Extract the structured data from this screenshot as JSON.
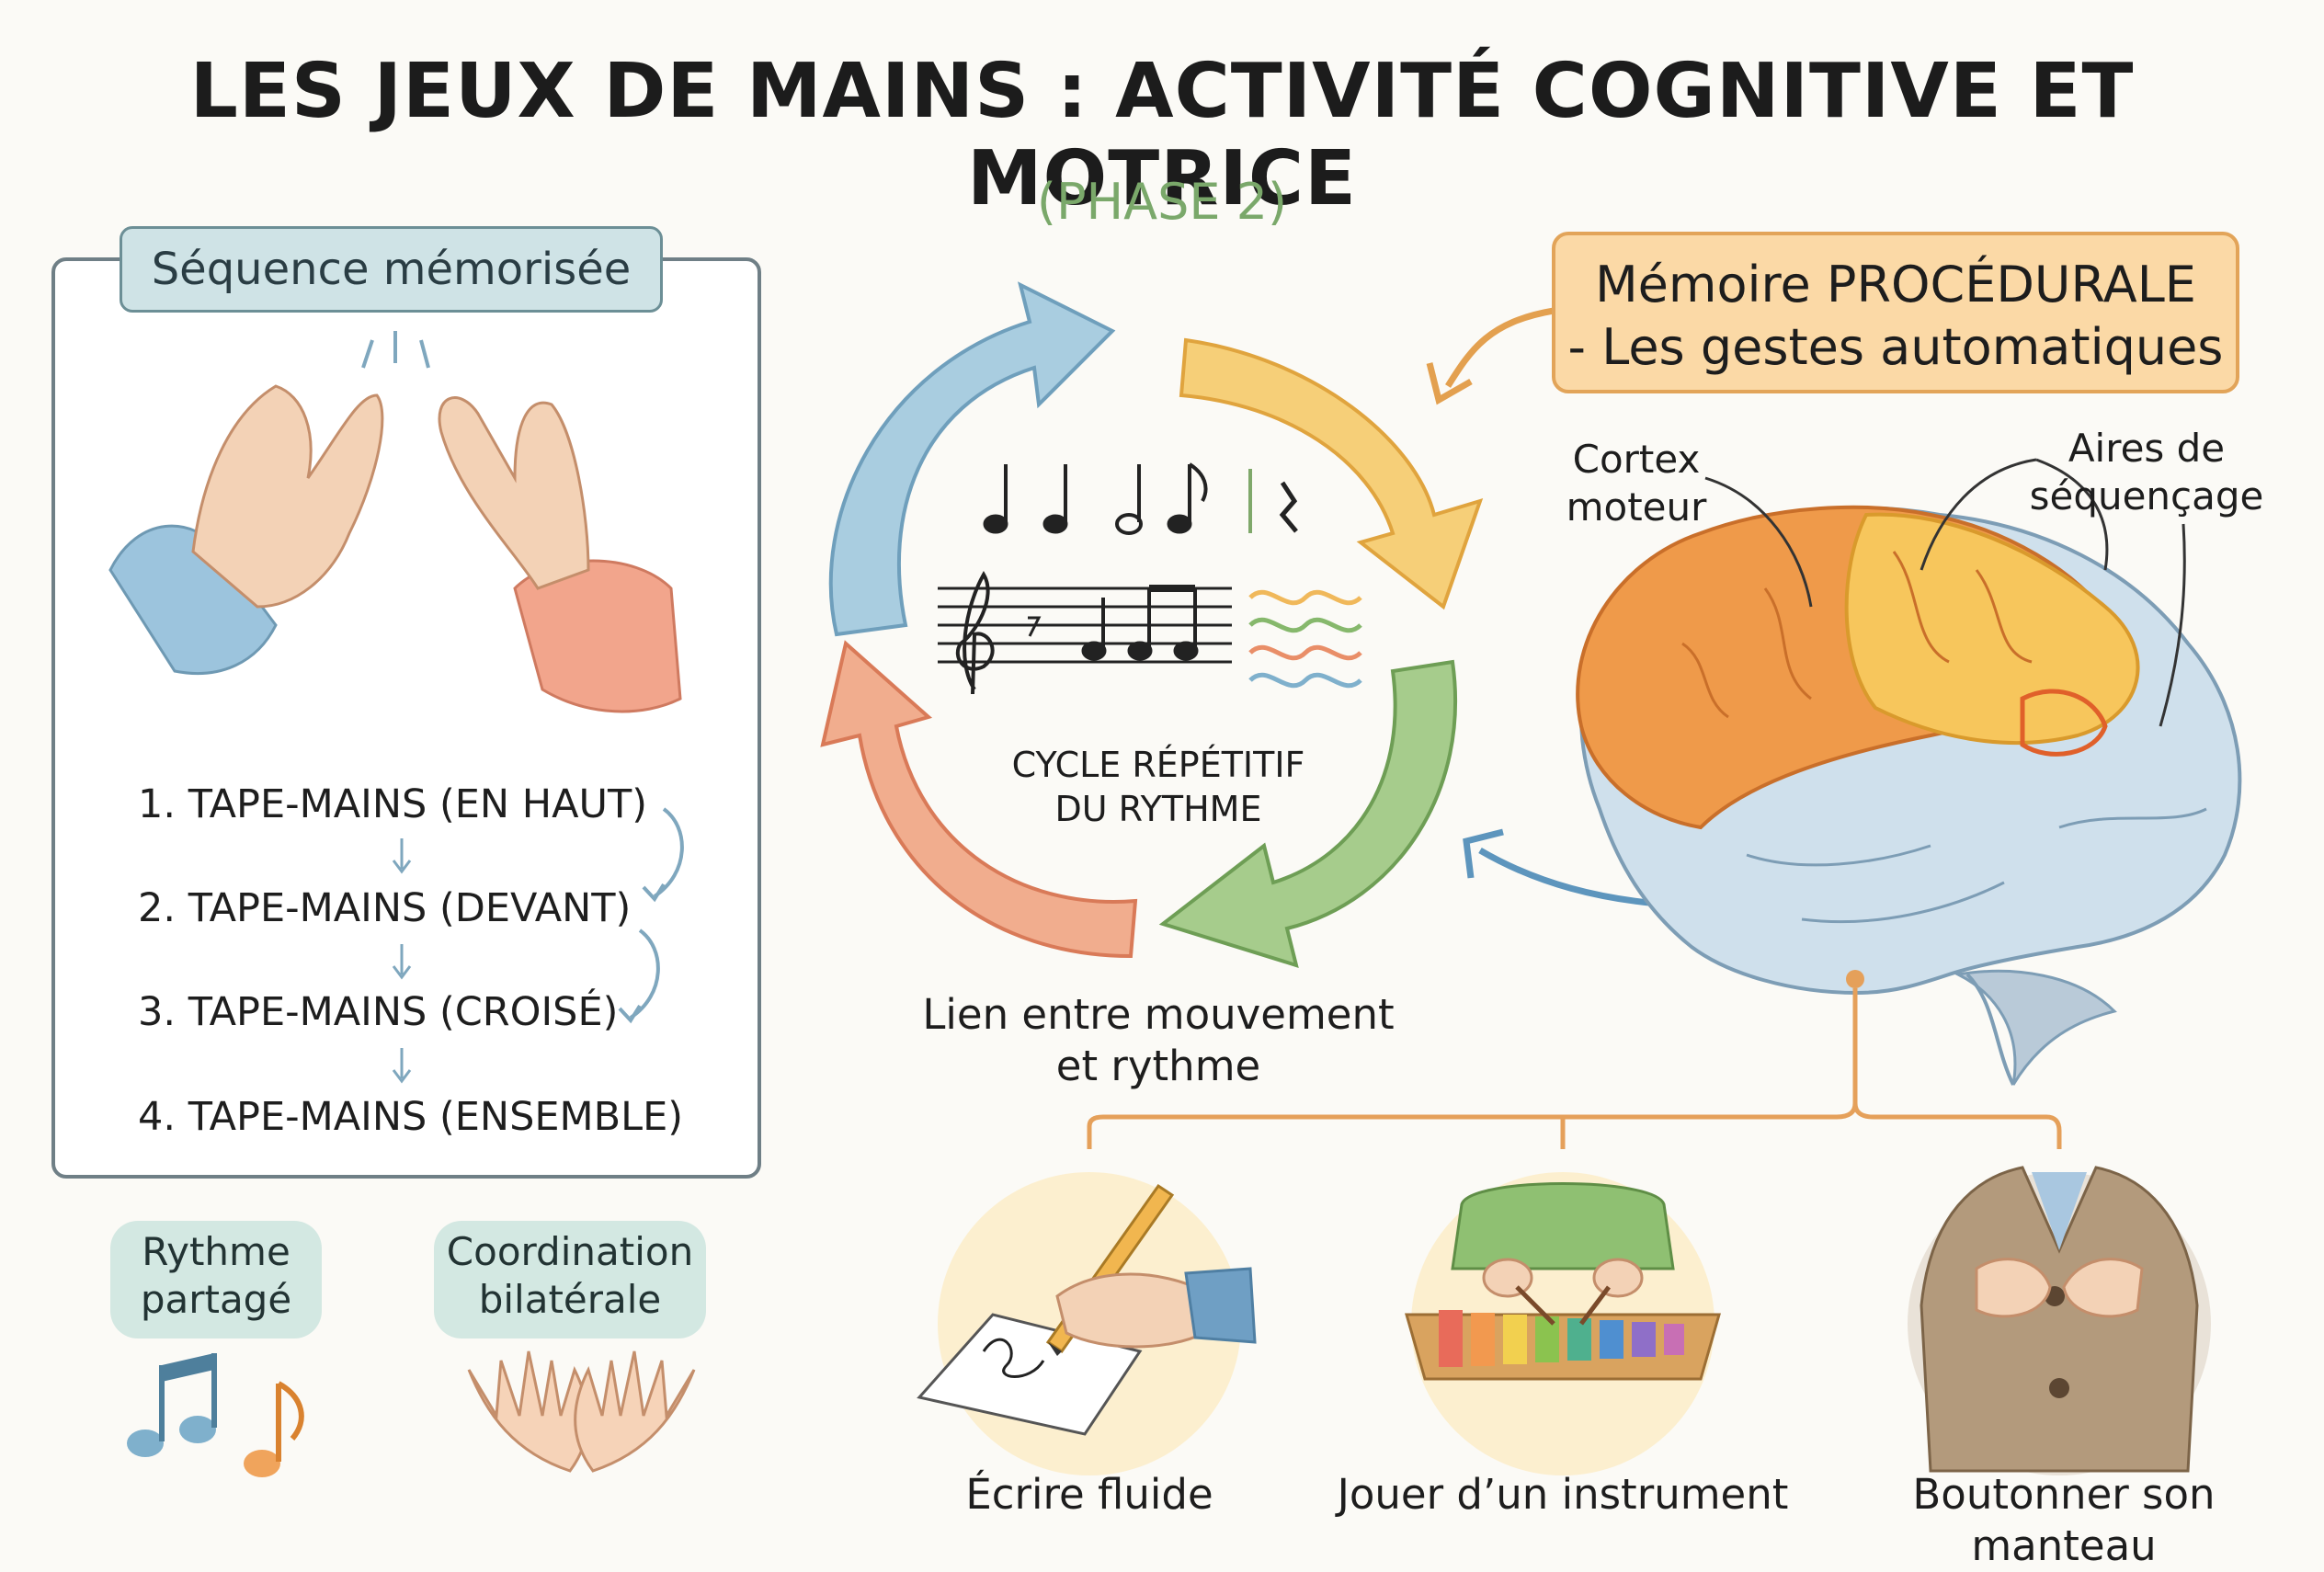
{
  "title": "LES JEUX DE MAINS : ACTIVITÉ COGNITIVE ET MOTRICE",
  "subtitle": "(PHASE 2)",
  "sequence_panel": {
    "title": "Séquence mémorisée",
    "steps": [
      "1. TAPE-MAINS (EN HAUT)",
      "2. TAPE-MAINS (DEVANT)",
      "3. TAPE-MAINS (CROISÉ)",
      "4. TAPE-MAINS (ENSEMBLE)"
    ]
  },
  "tags": [
    {
      "line1": "Rythme",
      "line2": "partagé"
    },
    {
      "line1": "Coordination",
      "line2": "bilatérale"
    }
  ],
  "cycle": {
    "center_line1": "CYCLE RÉPÉTITIF",
    "center_line2": "DU RYTHME",
    "caption_line1": "Lien entre mouvement",
    "caption_line2": "et rythme"
  },
  "memory": {
    "line1": "Mémoire PROCÉDURALE",
    "line2": "- Les gestes automatiques"
  },
  "brain_labels": {
    "motor_line1": "Cortex",
    "motor_line2": "moteur",
    "seq_line1": "Aires de",
    "seq_line2": "séquençage"
  },
  "examples": [
    {
      "label": "Écrire fluide",
      "icon": "writing-hand-icon"
    },
    {
      "label": "Jouer d’un instrument",
      "icon": "xylophone-icon"
    },
    {
      "label": "Boutonner son manteau",
      "icon": "buttoning-coat-icon"
    }
  ],
  "colors": {
    "blue_arrow": "#7fb0cc",
    "yellow_arrow": "#f0c25a",
    "green_arrow": "#86b86c",
    "orange_arrow": "#e98e68",
    "brain_orange": "#ef9a4a",
    "brain_yellow": "#f7c65c",
    "brain_blue": "#cfe0ec",
    "connector": "#e5a05a"
  }
}
